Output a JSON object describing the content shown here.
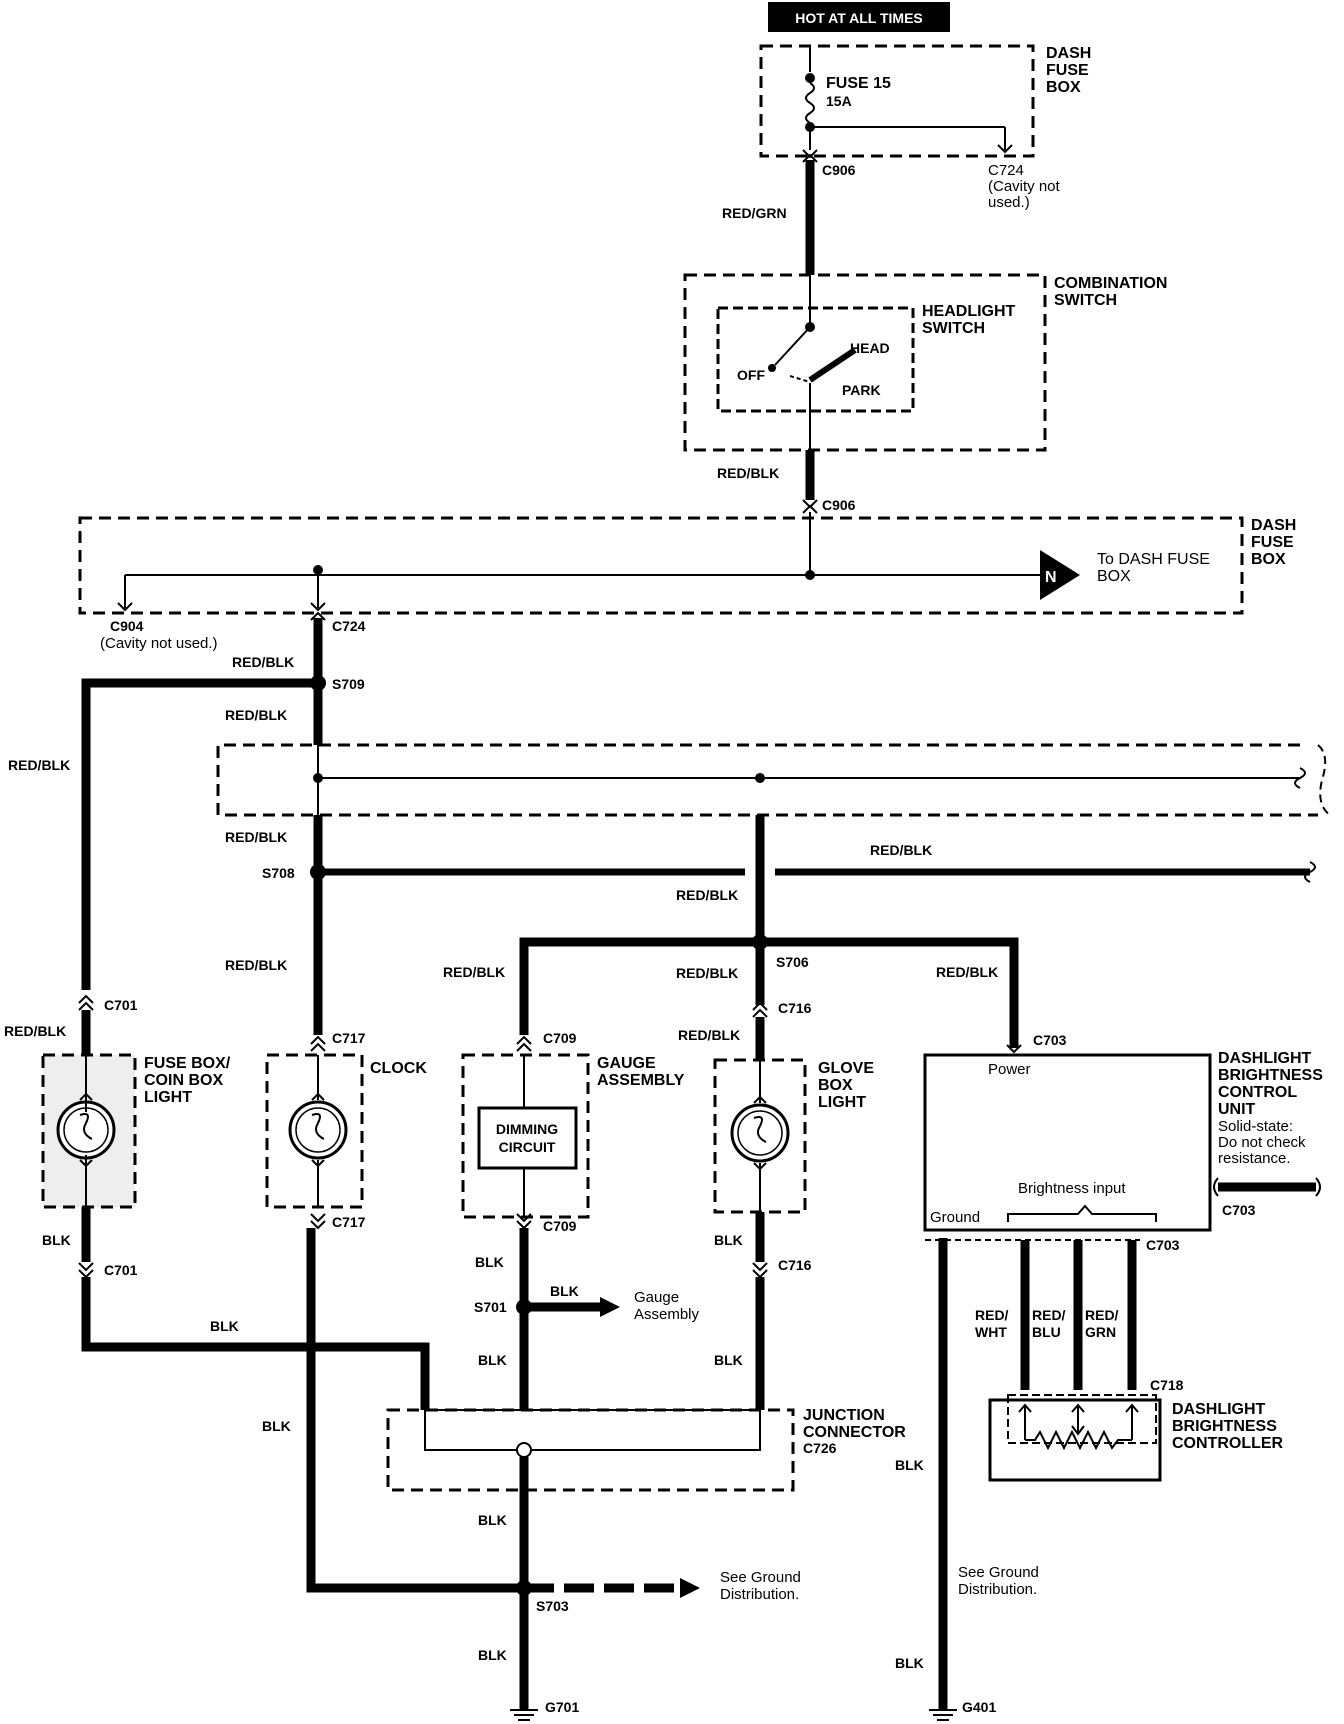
{
  "hot_label": "HOT AT ALL TIMES",
  "dash_fuse_box_top": [
    "DASH",
    "FUSE",
    "BOX"
  ],
  "fuse": {
    "name": "FUSE 15",
    "rating": "15A"
  },
  "connectors": {
    "c906_top": "C906",
    "c724_top": "C724",
    "c724_note": [
      "(Cavity not",
      "used.)"
    ],
    "c906_mid": "C906",
    "c904": "C904",
    "c904_note": "(Cavity not used.)",
    "c724_mid": "C724",
    "c701_top": "C701",
    "c701_bot": "C701",
    "c717_top": "C717",
    "c717_bot": "C717",
    "c709_top": "C709",
    "c709_bot": "C709",
    "c716_top": "C716",
    "c716_bot": "C716",
    "c703_top": "C703",
    "c703_right": "C703",
    "c703_bot": "C703",
    "c718": "C718",
    "c726": "C726"
  },
  "splices": {
    "s709": "S709",
    "s708": "S708",
    "s706": "S706",
    "s701": "S701",
    "s703": "S703"
  },
  "grounds": {
    "g701": "G701",
    "g401": "G401"
  },
  "wires": {
    "red_grn": "RED/GRN",
    "red_blk": "RED/BLK",
    "blk": "BLK",
    "red_wht": [
      "RED/",
      "WHT"
    ],
    "red_blu": [
      "RED/",
      "BLU"
    ],
    "red_grn_split": [
      "RED/",
      "GRN"
    ]
  },
  "combination_switch": [
    "COMBINATION",
    "SWITCH"
  ],
  "headlight_switch": [
    "HEADLIGHT",
    "SWITCH"
  ],
  "switch_positions": {
    "off": "OFF",
    "head": "HEAD",
    "park": "PARK"
  },
  "dash_fuse_box_mid": [
    "DASH",
    "FUSE",
    "BOX"
  ],
  "to_dash_fuse_box": [
    "To DASH FUSE",
    "BOX"
  ],
  "flag_n": "N",
  "components": {
    "fuse_box_light": [
      "FUSE BOX/",
      "COIN BOX",
      "LIGHT"
    ],
    "clock": "CLOCK",
    "gauge_assembly": [
      "GAUGE",
      "ASSEMBLY"
    ],
    "dimming_circuit": [
      "DIMMING",
      "CIRCUIT"
    ],
    "glove_box_light": [
      "GLOVE",
      "BOX",
      "LIGHT"
    ],
    "dashlight_unit": [
      "DASHLIGHT",
      "BRIGHTNESS",
      "CONTROL",
      "UNIT"
    ],
    "dashlight_note": [
      "Solid-state:",
      "Do not check",
      "resistance."
    ],
    "power": "Power",
    "ground": "Ground",
    "brightness_input": "Brightness input",
    "dashlight_controller": [
      "DASHLIGHT",
      "BRIGHTNESS",
      "CONTROLLER"
    ],
    "junction_connector": [
      "JUNCTION",
      "CONNECTOR"
    ]
  },
  "gauge_assembly_ref": [
    "Gauge",
    "Assembly"
  ],
  "see_ground_1": [
    "See Ground",
    "Distribution."
  ],
  "see_ground_2": [
    "See Ground",
    "Distribution."
  ]
}
